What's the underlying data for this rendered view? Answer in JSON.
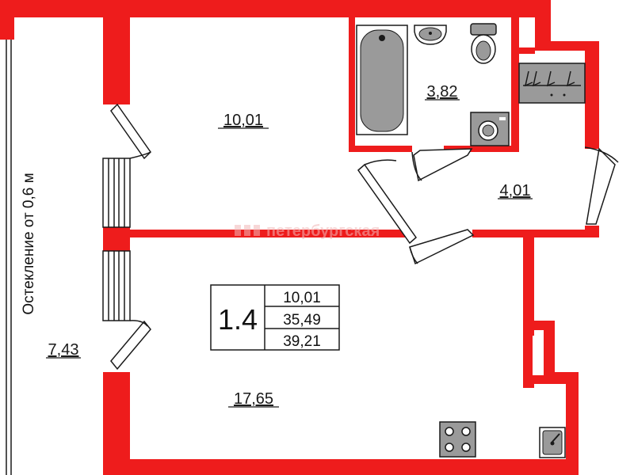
{
  "rooms": {
    "loggia": {
      "area": "7,43",
      "glazing_note": "Остекление от 0,6 м"
    },
    "bedroom": {
      "area": "10,01"
    },
    "bathroom": {
      "area": "3,82"
    },
    "hallway": {
      "area": "4,01"
    },
    "kitchen_living": {
      "area": "17,65"
    }
  },
  "legend": {
    "code": "1.4",
    "living_area": "10,01",
    "total_area": "35,49",
    "total_with_loggia": "39,21"
  },
  "watermark": {
    "text": "петербургская"
  },
  "colors": {
    "wall": "#ee1c1c",
    "fixture": "#9a9a9a",
    "line": "#1a1a1a",
    "background": "#ffffff"
  },
  "icons": [
    "bathtub-icon",
    "sink-icon",
    "toilet-icon",
    "washing-machine-icon",
    "wardrobe-hangers-icon",
    "stove-icon",
    "kitchen-sink-icon"
  ]
}
